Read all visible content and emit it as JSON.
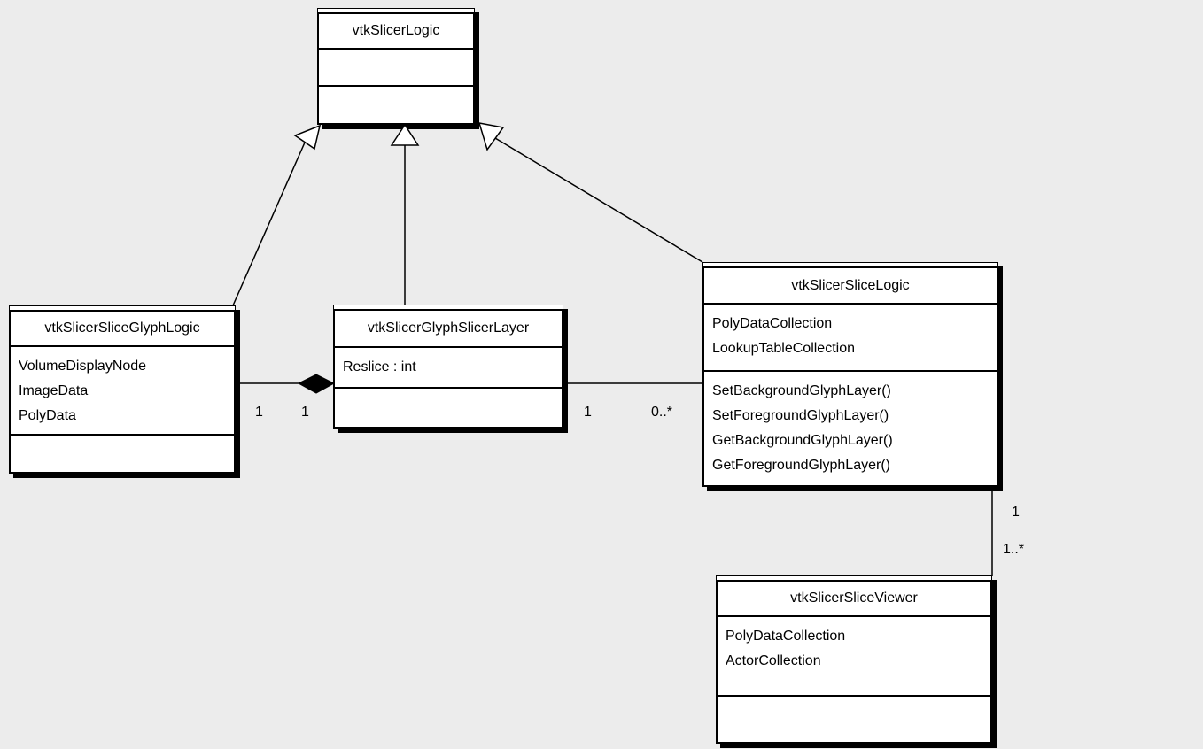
{
  "diagram": {
    "type": "uml-class-diagram",
    "background_color": "#ececec",
    "box_fill_color": "#ffffff",
    "line_color": "#000000",
    "classes": [
      {
        "name": "vtkSlicerLogic",
        "attributes": [],
        "methods": []
      },
      {
        "name": "vtkSlicerSliceGlyphLogic",
        "attributes": [
          "VolumeDisplayNode",
          "ImageData",
          "PolyData"
        ],
        "methods": []
      },
      {
        "name": "vtkSlicerGlyphSlicerLayer",
        "attributes": [
          "Reslice : int"
        ],
        "methods": []
      },
      {
        "name": "vtkSlicerSliceLogic",
        "attributes": [
          "PolyDataCollection",
          "LookupTableCollection"
        ],
        "methods": [
          "SetBackgroundGlyphLayer()",
          "SetForegroundGlyphLayer()",
          "GetBackgroundGlyphLayer()",
          "GetForegroundGlyphLayer()"
        ]
      },
      {
        "name": "vtkSlicerSliceViewer",
        "attributes": [
          "PolyDataCollection",
          "ActorCollection"
        ],
        "methods": []
      }
    ],
    "multiplicities": {
      "composition_left": "1",
      "composition_right": "1",
      "association_mid_left": "1",
      "association_mid_right": "0..*",
      "association_vertical_top": "1",
      "association_vertical_bottom": "1..*"
    }
  }
}
